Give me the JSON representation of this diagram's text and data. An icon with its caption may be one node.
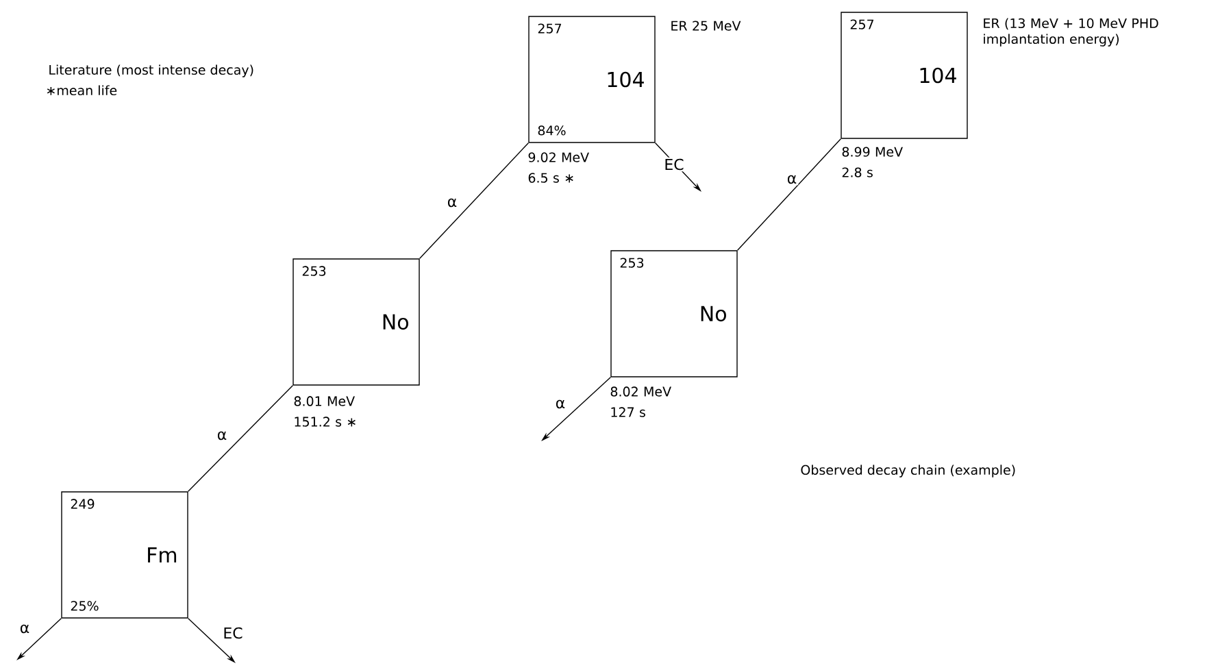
{
  "diagram": {
    "nodes": [
      {
        "text": [
          "257",
          "104",
          "84%"
        ],
        "beside": [
          "ER 25 MeV",
          "9.02 MeV",
          "6.5 s ∗"
        ]
      },
      {
        "text": [
          "253",
          "No"
        ],
        "beside": [
          "8.01 MeV",
          "151.2 s ∗"
        ]
      },
      {
        "text": [
          "249",
          "Fm",
          "25%"
        ]
      },
      {
        "text": [
          "257",
          "104"
        ],
        "beside": [
          "ER (13 MeV + 10 MeV PHD implantation energy)",
          "8.99 MeV",
          "2.8 s"
        ]
      },
      {
        "text": [
          "253",
          "No"
        ],
        "beside": [
          "8.02 MeV",
          "127 s"
        ]
      }
    ],
    "edges": [
      {
        "from": 0,
        "to": 1,
        "arrow": "none",
        "label": "α"
      },
      {
        "from": 0,
        "to": null,
        "arrow": "to",
        "label": "EC"
      },
      {
        "from": 1,
        "to": 2,
        "arrow": "none",
        "label": "α"
      },
      {
        "from": 2,
        "to": null,
        "arrow": "to",
        "label": "α"
      },
      {
        "from": 2,
        "to": null,
        "arrow": "to",
        "label": "EC"
      },
      {
        "from": 3,
        "to": 4,
        "arrow": "none",
        "label": "α"
      },
      {
        "from": 4,
        "to": null,
        "arrow": "to",
        "label": "α"
      }
    ],
    "labels": [
      "Literature (most intense decay)",
      "∗mean life",
      "Observed decay chain (example)"
    ]
  }
}
